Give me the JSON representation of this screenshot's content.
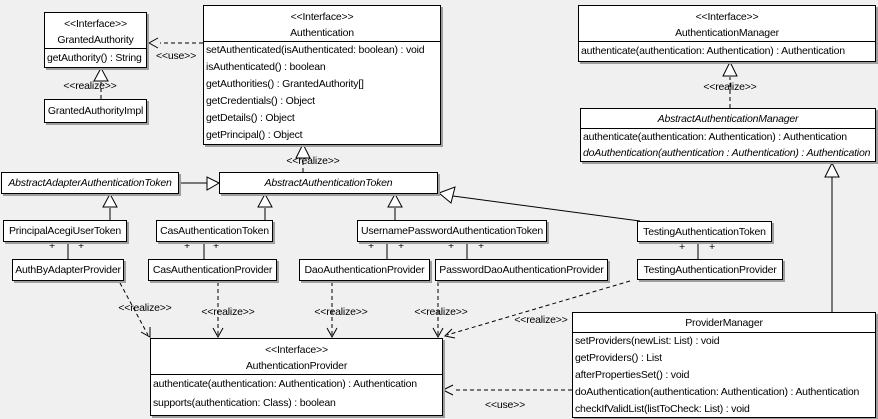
{
  "labels": {
    "realize": "<<realize>>",
    "use": "<<use>>",
    "plus": "+"
  },
  "colors": {
    "background": "#f0f0f0",
    "box_fill": "#ffffff",
    "line": "#000000",
    "shadow": "#9e9e9e"
  },
  "classes": {
    "granted_authority": {
      "stereotype": "<<Interface>>",
      "name": "GrantedAuthority",
      "methods": [
        "getAuthority() : String"
      ]
    },
    "granted_authority_impl": {
      "name": "GrantedAuthorityImpl"
    },
    "authentication": {
      "stereotype": "<<Interface>>",
      "name": "Authentication",
      "methods": [
        "setAuthenticated(isAuthenticated: boolean) : void",
        "isAuthenticated() : boolean",
        "getAuthorities() : GrantedAuthority[]",
        "getCredentials() : Object",
        "getDetails() : Object",
        "getPrincipal() : Object"
      ]
    },
    "authentication_manager": {
      "stereotype": "<<Interface>>",
      "name": "AuthenticationManager",
      "methods": [
        "authenticate(authentication: Authentication) : Authentication"
      ]
    },
    "abstract_authentication_manager": {
      "name": "AbstractAuthenticationManager",
      "methods": [
        "authenticate(authentication: Authentication) : Authentication",
        "doAuthentication(authentication : Authentication) : Authentication"
      ]
    },
    "abstract_adapter_authentication_token": {
      "name": "AbstractAdapterAuthenticationToken"
    },
    "abstract_authentication_token": {
      "name": "AbstractAuthenticationToken"
    },
    "principal_acegi_user_token": {
      "name": "PrincipalAcegiUserToken"
    },
    "cas_authentication_token": {
      "name": "CasAuthenticationToken"
    },
    "username_password_authentication_token": {
      "name": "UsernamePasswordAuthenticationToken"
    },
    "testing_authentication_token": {
      "name": "TestingAuthenticationToken"
    },
    "auth_by_adapter_provider": {
      "name": "AuthByAdapterProvider"
    },
    "cas_authentication_provider": {
      "name": "CasAuthenticationProvider"
    },
    "dao_authentication_provider": {
      "name": "DaoAuthenticationProvider"
    },
    "password_dao_authentication_provider": {
      "name": "PasswordDaoAuthenticationProvider"
    },
    "testing_authentication_provider": {
      "name": "TestingAuthenticationProvider"
    },
    "authentication_provider": {
      "stereotype": "<<Interface>>",
      "name": "AuthenticationProvider",
      "methods": [
        "authenticate(authentication: Authentication) : Authentication",
        "supports(authentication: Class) : boolean"
      ]
    },
    "provider_manager": {
      "name": "ProviderManager",
      "methods": [
        "setProviders(newList: List) : void",
        "getProviders() : List",
        "afterPropertiesSet() : void",
        "doAuthentication(authentication: Authentication) : Authentication",
        "checkIfValidList(listToCheck: List) : void"
      ]
    }
  }
}
